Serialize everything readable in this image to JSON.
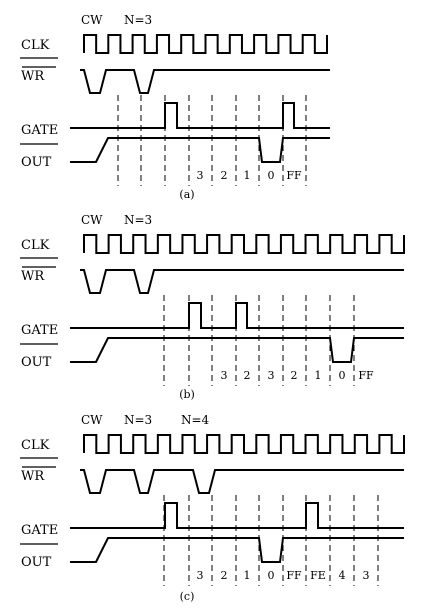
{
  "panels": [
    {
      "caption": "(a)",
      "header": [
        "CW",
        "N=3"
      ],
      "labels": {
        "clk": "CLK",
        "wr": "WR",
        "gate": "GATE",
        "out": "OUT"
      },
      "counts": [
        "3",
        "2",
        "1",
        "0",
        "FF"
      ]
    },
    {
      "caption": "(b)",
      "header": [
        "CW",
        "N=3"
      ],
      "labels": {
        "clk": "CLK",
        "wr": "WR",
        "gate": "GATE",
        "out": "OUT"
      },
      "counts": [
        "3",
        "2",
        "3",
        "2",
        "1",
        "0",
        "FF"
      ]
    },
    {
      "caption": "(c)",
      "header": [
        "CW",
        "N=3",
        "N=4"
      ],
      "labels": {
        "clk": "CLK",
        "wr": "WR",
        "gate": "GATE",
        "out": "OUT"
      },
      "counts": [
        "3",
        "2",
        "1",
        "0",
        "FF",
        "FE",
        "4",
        "3"
      ]
    }
  ]
}
